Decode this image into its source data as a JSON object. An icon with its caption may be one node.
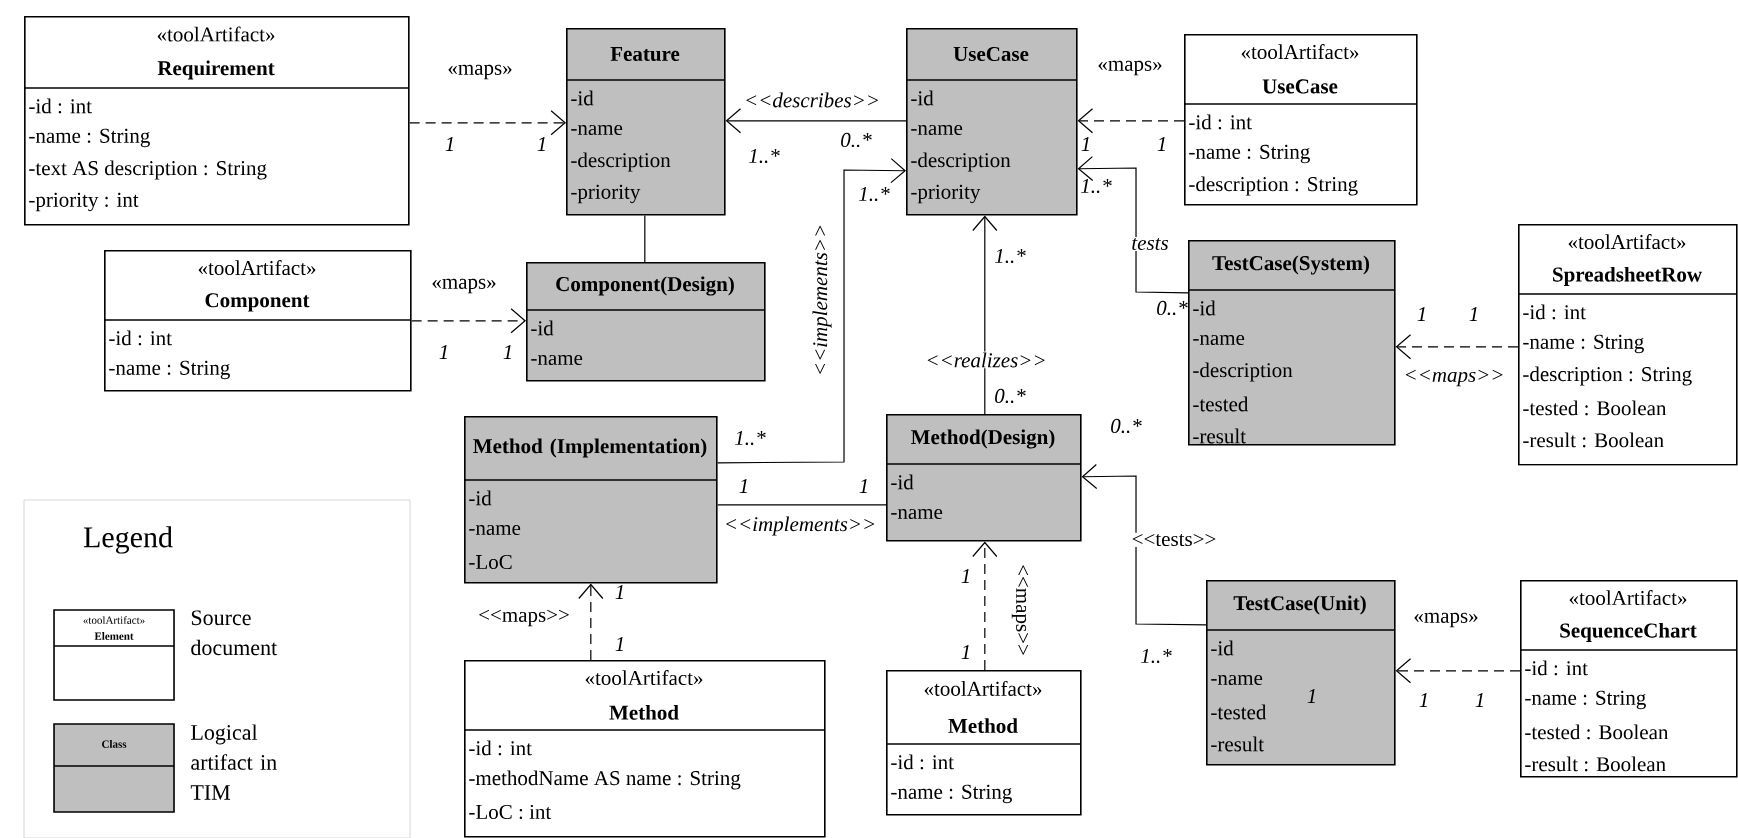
{
  "diagram": {
    "nodes": [
      {
        "text": [
          "«toolArtifact»",
          "Requirement",
          "-id : int",
          "-name : String",
          "-text AS description : String",
          "-priority : int"
        ]
      },
      {
        "text": [
          "Feature",
          "-id",
          "-name",
          "-description",
          "-priority"
        ]
      },
      {
        "text": [
          "UseCase",
          "-id",
          "-name",
          "-description",
          "-priority"
        ]
      },
      {
        "text": [
          "«toolArtifact»",
          "UseCase",
          "-id : int",
          "-name : String",
          "-description : String"
        ]
      },
      {
        "text": [
          "«toolArtifact»",
          "Component",
          "-id : int",
          "-name : String"
        ]
      },
      {
        "text": [
          "Component(Design)",
          "-id",
          "-name"
        ]
      },
      {
        "text": [
          "TestCase(System)",
          "-id",
          "-name",
          "-description",
          "-tested",
          "-result"
        ]
      },
      {
        "text": [
          "«toolArtifact»",
          "SpreadsheetRow",
          "-id : int",
          "-name : String",
          "-description : String",
          "-tested : Boolean",
          "-result : Boolean"
        ]
      },
      {
        "text": [
          "Method (Implementation)",
          "-id",
          "-name",
          "-LoC"
        ]
      },
      {
        "text": [
          "Method(Design)",
          "-id",
          "-name"
        ]
      },
      {
        "text": [
          "TestCase(Unit)",
          "-id",
          "-name",
          "-tested",
          "-result"
        ]
      },
      {
        "text": [
          "«toolArtifact»",
          "SequenceChart",
          "-id : int",
          "-name : String",
          "-tested : Boolean",
          "-result : Boolean"
        ]
      },
      {
        "text": [
          "«toolArtifact»",
          "Method",
          "-id : int",
          "-methodName AS name : String",
          "-LoC : int"
        ]
      },
      {
        "text": [
          "«toolArtifact»",
          "Method",
          "-id : int",
          "-name : String"
        ]
      }
    ],
    "edges": [
      {
        "from": 0,
        "to": 1,
        "arrow": "to",
        "style": "dashed",
        "label": "«maps»"
      },
      {
        "from": 4,
        "to": 5,
        "arrow": "to",
        "style": "dashed",
        "label": "«maps»"
      },
      {
        "from": 1,
        "to": 5,
        "arrow": "none"
      },
      {
        "from": 2,
        "to": 1,
        "arrow": "to",
        "label": "<<describes>>"
      },
      {
        "from": 3,
        "to": 2,
        "arrow": "to",
        "style": "dashed",
        "label": "«maps»"
      },
      {
        "from": 8,
        "to": 2,
        "arrow": "to",
        "label": "<<implements>>"
      },
      {
        "from": 6,
        "to": 2,
        "arrow": "to",
        "label": "tests"
      },
      {
        "from": 9,
        "to": 2,
        "arrow": "to",
        "label": "<<realizes>>"
      },
      {
        "from": 7,
        "to": 6,
        "arrow": "to",
        "style": "dashed",
        "label": "<<maps>>"
      },
      {
        "from": 8,
        "to": 9,
        "arrow": "none",
        "label": "<<implements>>"
      },
      {
        "from": 12,
        "to": 8,
        "arrow": "to",
        "style": "dashed",
        "label": "<<maps>>"
      },
      {
        "from": 10,
        "to": 9,
        "arrow": "to",
        "label": "<<tests>>"
      },
      {
        "from": 13,
        "to": 9,
        "arrow": "to",
        "style": "dashed",
        "label": "<<maps>>"
      },
      {
        "from": 11,
        "to": 10,
        "arrow": "to",
        "style": "dashed",
        "label": "«maps»"
      }
    ],
    "labels": [
      "Legend",
      "«toolArtifact»",
      "Element",
      "Class",
      "1",
      "1",
      "1",
      "1",
      "1..*",
      "0..*",
      "1",
      "1",
      "1..*",
      "1..*",
      "1..*",
      "0..*",
      "1",
      "1",
      "0..*",
      "1..*",
      "0..*",
      "1",
      "1",
      "1",
      "1",
      "1",
      "1",
      "1..*",
      "1",
      "1",
      "1"
    ],
    "legend": [
      {
        "text": "Source document"
      },
      {
        "text": "Logical artifact in TIM"
      }
    ]
  }
}
